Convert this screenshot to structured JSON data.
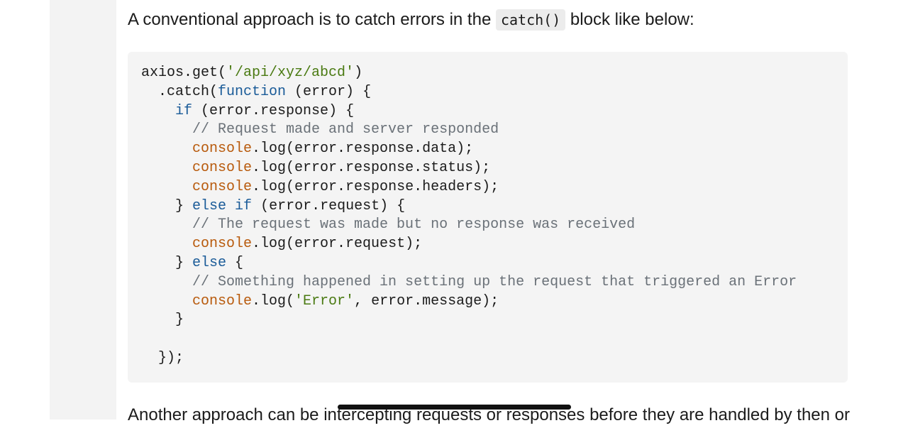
{
  "article": {
    "intro_before": "A conventional approach is to catch errors in the ",
    "intro_code": "catch()",
    "intro_after": " block like below:",
    "outro": "Another approach can be intercepting requests or responses before they are handled by then or"
  },
  "code_block": {
    "lines": [
      [
        {
          "t": "axios.get(",
          "c": "plain"
        },
        {
          "t": "'/api/xyz/abcd'",
          "c": "str"
        },
        {
          "t": ")",
          "c": "plain"
        }
      ],
      [
        {
          "t": "  .catch(",
          "c": "plain"
        },
        {
          "t": "function",
          "c": "kw"
        },
        {
          "t": " (error) {",
          "c": "plain"
        }
      ],
      [
        {
          "t": "    ",
          "c": "plain"
        },
        {
          "t": "if",
          "c": "kw"
        },
        {
          "t": " (error.response) {",
          "c": "plain"
        }
      ],
      [
        {
          "t": "      // Request made and server responded",
          "c": "com"
        }
      ],
      [
        {
          "t": "      ",
          "c": "plain"
        },
        {
          "t": "console",
          "c": "obj"
        },
        {
          "t": ".log(error.response.data);",
          "c": "plain"
        }
      ],
      [
        {
          "t": "      ",
          "c": "plain"
        },
        {
          "t": "console",
          "c": "obj"
        },
        {
          "t": ".log(error.response.status);",
          "c": "plain"
        }
      ],
      [
        {
          "t": "      ",
          "c": "plain"
        },
        {
          "t": "console",
          "c": "obj"
        },
        {
          "t": ".log(error.response.headers);",
          "c": "plain"
        }
      ],
      [
        {
          "t": "    } ",
          "c": "plain"
        },
        {
          "t": "else",
          "c": "kw"
        },
        {
          "t": " ",
          "c": "plain"
        },
        {
          "t": "if",
          "c": "kw"
        },
        {
          "t": " (error.request) {",
          "c": "plain"
        }
      ],
      [
        {
          "t": "      // The request was made but no response was received",
          "c": "com"
        }
      ],
      [
        {
          "t": "      ",
          "c": "plain"
        },
        {
          "t": "console",
          "c": "obj"
        },
        {
          "t": ".log(error.request);",
          "c": "plain"
        }
      ],
      [
        {
          "t": "    } ",
          "c": "plain"
        },
        {
          "t": "else",
          "c": "kw"
        },
        {
          "t": " {",
          "c": "plain"
        }
      ],
      [
        {
          "t": "      // Something happened in setting up the request that triggered an Error",
          "c": "com"
        }
      ],
      [
        {
          "t": "      ",
          "c": "plain"
        },
        {
          "t": "console",
          "c": "obj"
        },
        {
          "t": ".log(",
          "c": "plain"
        },
        {
          "t": "'Error'",
          "c": "str"
        },
        {
          "t": ", error.message);",
          "c": "plain"
        }
      ],
      [
        {
          "t": "    }",
          "c": "plain"
        }
      ],
      [],
      [
        {
          "t": "  });",
          "c": "plain"
        }
      ]
    ]
  },
  "colors": {
    "keyword": "#1a5b98",
    "string": "#4a7a12",
    "object": "#b85a0c",
    "comment": "#6a7178",
    "code_bg": "#f4f4f4"
  }
}
